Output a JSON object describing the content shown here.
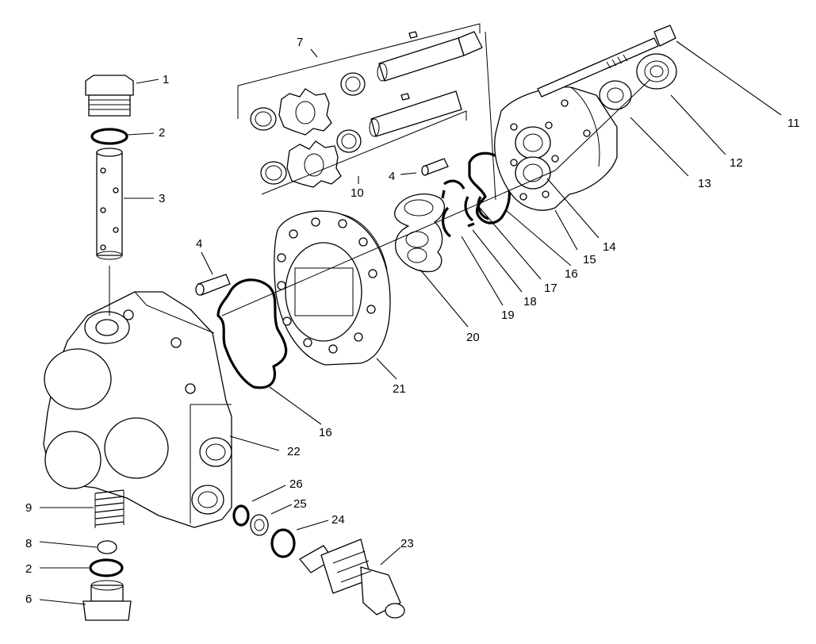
{
  "callouts": [
    {
      "id": "c1",
      "label": "1"
    },
    {
      "id": "c2a",
      "label": "2"
    },
    {
      "id": "c3",
      "label": "3"
    },
    {
      "id": "c4a",
      "label": "4"
    },
    {
      "id": "c4b",
      "label": "4"
    },
    {
      "id": "c7",
      "label": "7"
    },
    {
      "id": "c10",
      "label": "10"
    },
    {
      "id": "c11",
      "label": "11"
    },
    {
      "id": "c12",
      "label": "12"
    },
    {
      "id": "c13",
      "label": "13"
    },
    {
      "id": "c14",
      "label": "14"
    },
    {
      "id": "c15",
      "label": "15"
    },
    {
      "id": "c16a",
      "label": "16"
    },
    {
      "id": "c17",
      "label": "17"
    },
    {
      "id": "c18",
      "label": "18"
    },
    {
      "id": "c19",
      "label": "19"
    },
    {
      "id": "c20",
      "label": "20"
    },
    {
      "id": "c21",
      "label": "21"
    },
    {
      "id": "c16b",
      "label": "16"
    },
    {
      "id": "c22",
      "label": "22"
    },
    {
      "id": "c26",
      "label": "26"
    },
    {
      "id": "c25",
      "label": "25"
    },
    {
      "id": "c24",
      "label": "24"
    },
    {
      "id": "c23",
      "label": "23"
    },
    {
      "id": "c9",
      "label": "9"
    },
    {
      "id": "c8",
      "label": "8"
    },
    {
      "id": "c2b",
      "label": "2"
    },
    {
      "id": "c6",
      "label": "6"
    }
  ]
}
